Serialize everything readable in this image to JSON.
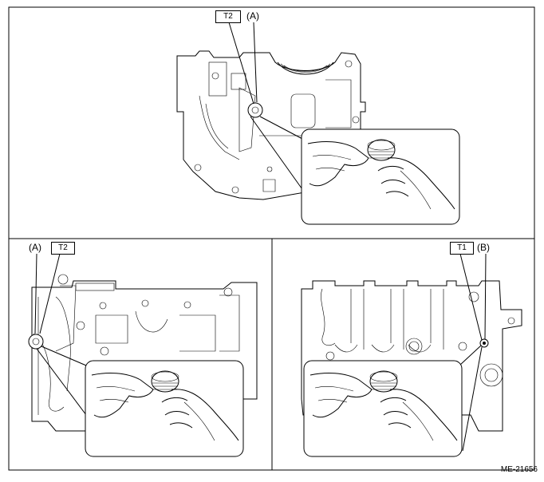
{
  "top_panel": {
    "tool_tag": "T2",
    "callout": "(A)"
  },
  "bottom_left_panel": {
    "tool_tag": "T2",
    "callout": "(A)"
  },
  "bottom_right_panel": {
    "tool_tag": "T1",
    "callout": "(B)"
  },
  "figure_code": "ME-21656",
  "colors": {
    "line": "#000000",
    "background": "#ffffff"
  }
}
